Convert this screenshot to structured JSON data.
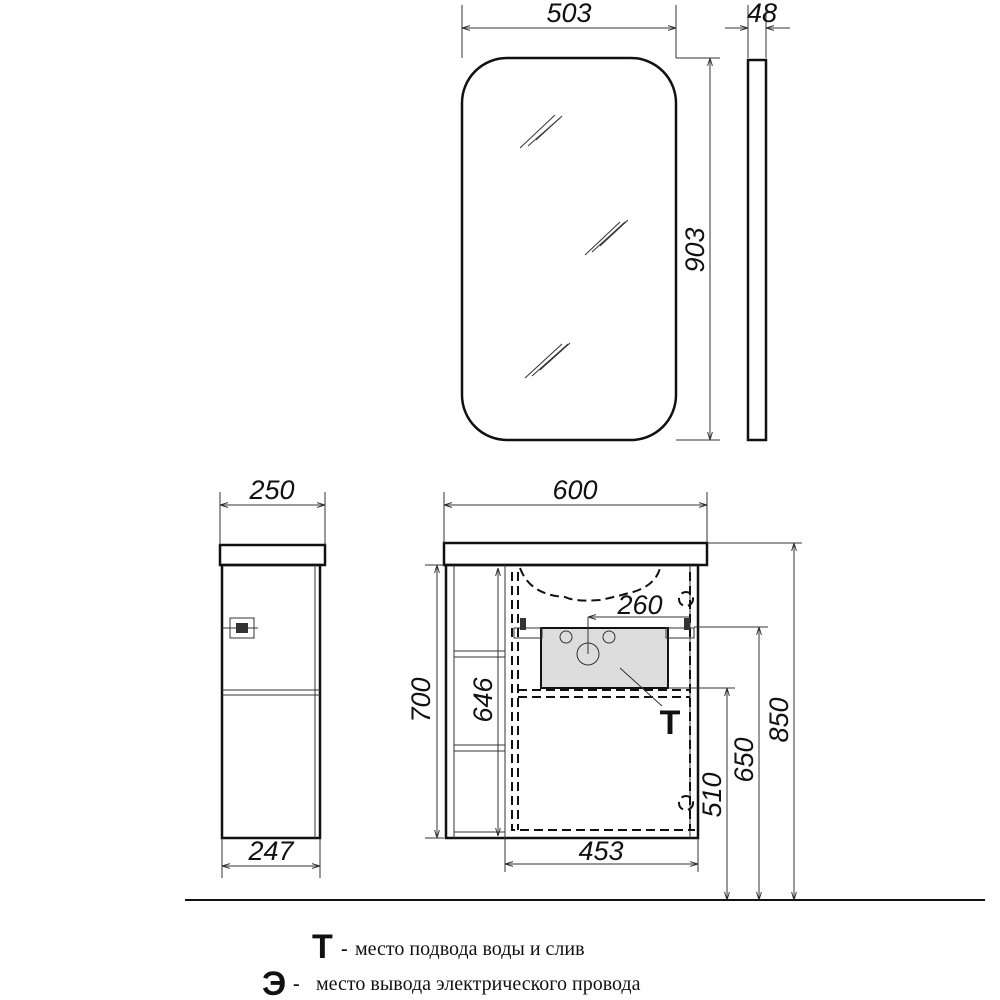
{
  "mirror": {
    "width_label": "503",
    "depth_label": "48",
    "height_label": "903"
  },
  "side_cabinet": {
    "top_width_label": "250",
    "bottom_width_label": "247"
  },
  "front_cabinet": {
    "width_label": "600",
    "height_label": "700",
    "shelf_height_label": "646",
    "inner_width_label": "453",
    "offset_label": "260",
    "water_height_label": "510",
    "electric_height_label": "650",
    "total_height_label": "850",
    "water_marker": "Т"
  },
  "legend": [
    {
      "symbol": "Т",
      "separator": "-",
      "text": "место подвода воды и слив"
    },
    {
      "symbol": "Э",
      "separator": "-",
      "text": "место вывода электрического провода"
    }
  ]
}
